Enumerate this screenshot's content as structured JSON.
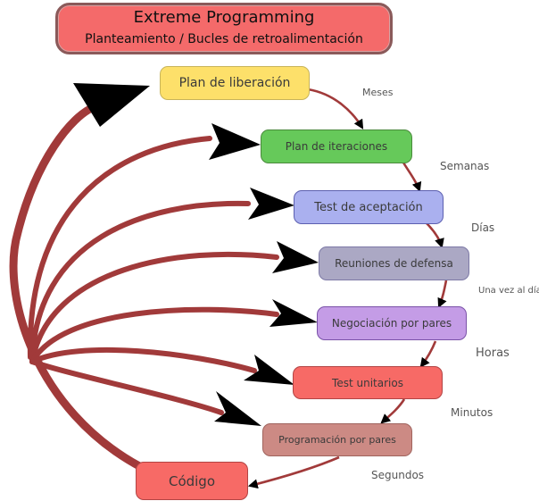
{
  "title": {
    "line1": "Extreme Programming",
    "line2": "Planteamiento / Bucles de retroalimentación"
  },
  "steps": [
    {
      "label": "Plan de liberación",
      "color": "#fde06a",
      "border": "#c8b45a"
    },
    {
      "label": "Plan de iteraciones",
      "color": "#66c95a",
      "border": "#4a8a3c"
    },
    {
      "label": "Test de aceptación",
      "color": "#aab0ef",
      "border": "#5c5fb0"
    },
    {
      "label": "Reuniones de defensa",
      "color": "#aba8c4",
      "border": "#7d79a6"
    },
    {
      "label": "Negociación por pares",
      "color": "#c49ce6",
      "border": "#7a52a8"
    },
    {
      "label": "Test unitarios",
      "color": "#f76a66",
      "border": "#b24444"
    },
    {
      "label": "Programación por pares",
      "color": "#cc8a84",
      "border": "#a0645e"
    },
    {
      "label": "Código",
      "color": "#f76a66",
      "border": "#b24444"
    }
  ],
  "intervals": [
    "Meses",
    "Semanas",
    "Días",
    "Una vez al día",
    "Horas",
    "Minutos",
    "Segundos"
  ],
  "colors": {
    "feedback_arrow": "#a13a3a",
    "arrowhead": "#000000"
  }
}
